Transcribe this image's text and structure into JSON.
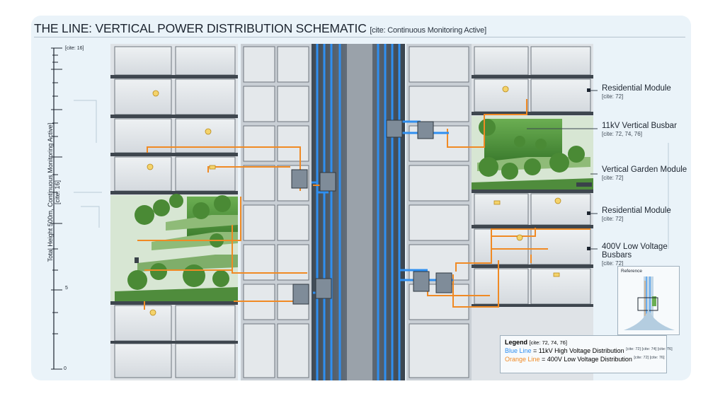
{
  "title": {
    "main": "THE LINE: VERTICAL POWER DISTRIBUTION SCHEMATIC",
    "cite": "[cite: Continuous Monitoring Active]"
  },
  "scale": {
    "vertical_label": "Total Height 500m, Continuous Monitoring Active]  [cite: 16]",
    "top_cite": "[cite: 16]",
    "zero": "0",
    "tick_5": "5"
  },
  "callouts": [
    {
      "label": "Residential Module",
      "cite": "[cite: 72]"
    },
    {
      "label": "11kV Vertical Busbar",
      "cite": "[cite: 72, 74, 76]"
    },
    {
      "label": "Vertical Garden Module",
      "cite": "[cite: 72]"
    },
    {
      "label": "Residential Module",
      "cite": "[cite: 72]"
    },
    {
      "label": "400V Low Voltage Busbars",
      "cite": "[cite: 72]"
    }
  ],
  "reference": {
    "label": "Reference"
  },
  "legend": {
    "title": "Legend",
    "title_cite": "[cite: 72, 74, 76]",
    "blue_name": "Blue Line",
    "blue_desc": " = 11kV High Voltage Distribution",
    "blue_cites": "[cite: 72] [cite: 74] [cite: 76]",
    "orange_name": "Orange Line",
    "orange_desc": " = 400V Low Voltage Distribution",
    "orange_cites": "[cite: 72] [cite: 76]"
  },
  "colors": {
    "high_voltage": "#2f8ff0",
    "low_voltage": "#f08a24",
    "garden": "#4f9a3a",
    "concrete": "#8c939b",
    "background": "#eaf3f9"
  }
}
